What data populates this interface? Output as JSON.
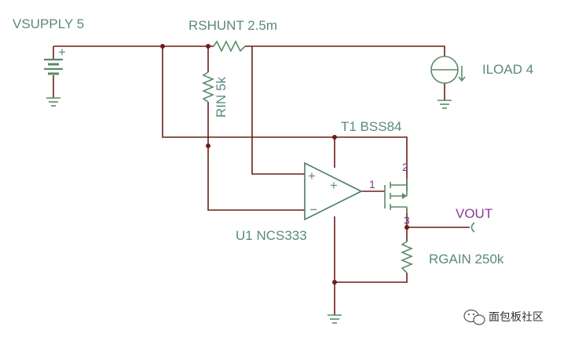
{
  "components": {
    "vsupply": {
      "name": "VSUPPLY",
      "value": "5"
    },
    "rshunt": {
      "name": "RSHUNT",
      "value": "2.5m"
    },
    "iload": {
      "name": "ILOAD",
      "value": "4"
    },
    "rin": {
      "name": "RIN",
      "value": "5k"
    },
    "t1": {
      "name": "T1",
      "value": "BSS84"
    },
    "u1": {
      "name": "U1",
      "value": "NCS333"
    },
    "rgain": {
      "name": "RGAIN",
      "value": "250k"
    }
  },
  "labels": {
    "vsupply": "VSUPPLY 5",
    "rshunt": "RSHUNT 2.5m",
    "iload": "ILOAD 4",
    "rin": "RIN 5k",
    "t1": "T1 BSS84",
    "u1": "U1 NCS333",
    "rgain": "RGAIN 250k",
    "vout": "VOUT",
    "battery_plus": "+",
    "opamp_plus_outer": "+",
    "opamp_plus_inner": "+",
    "opamp_minus": "−"
  },
  "pins": {
    "t1_gate": "1",
    "t1_source": "2",
    "t1_drain": "3"
  },
  "watermark": {
    "text": "面包板社区",
    "icon": "wechat-icon"
  }
}
